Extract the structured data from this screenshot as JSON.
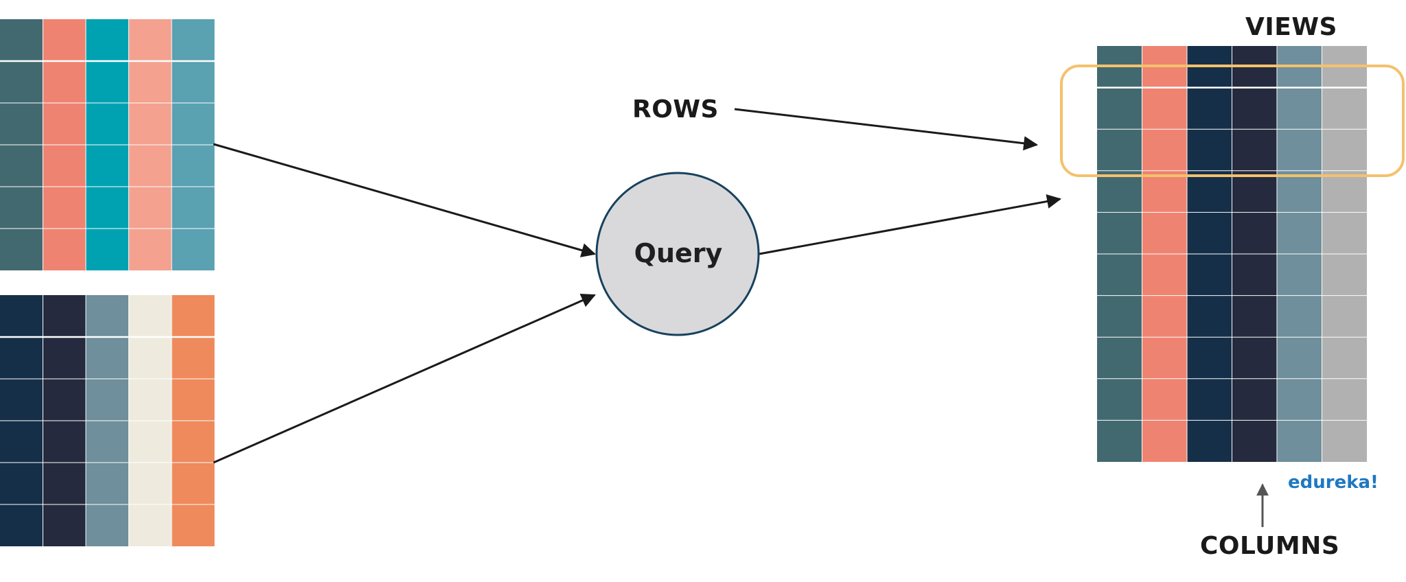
{
  "labels": {
    "views": "VIEWS",
    "rows": "ROWS",
    "query": "Query",
    "columns": "COLUMNS"
  },
  "brand": "edureka!",
  "colors": {
    "table1_columns": [
      "#426970",
      "#ef8371",
      "#00a2b2",
      "#f4a190",
      "#5aa1b1"
    ],
    "table2_columns": [
      "#152f48",
      "#252a3e",
      "#6e8f9b",
      "#eeebde",
      "#ee8a5c"
    ],
    "view_columns": [
      "#426970",
      "#ef8371",
      "#152f48",
      "#252a3e",
      "#6e8f9b",
      "#b1b1b1"
    ],
    "grid_lines": "#ffffff",
    "query_fill": "#d9d9db",
    "query_stroke": "#17415d",
    "row_highlight": "#f4c16c",
    "arrows": "#1a1a1a",
    "brand": "#1f78c1"
  },
  "tables": {
    "table1": {
      "columns": 5,
      "rows": 6
    },
    "table2": {
      "columns": 5,
      "rows": 6
    },
    "view": {
      "columns": 6,
      "rows": 10
    }
  }
}
